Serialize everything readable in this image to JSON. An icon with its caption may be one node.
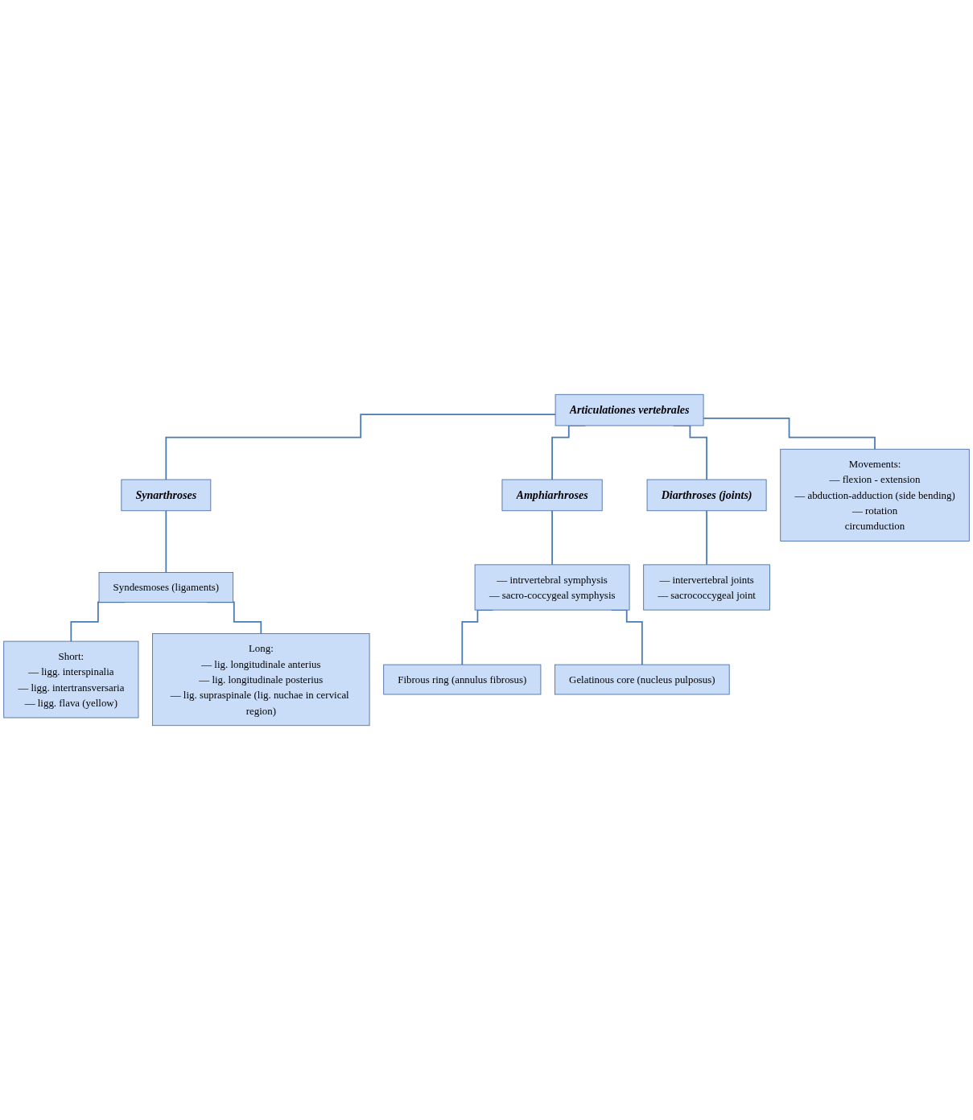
{
  "diagram": {
    "nodes": [
      {
        "text": [
          "Articulationes vertebrales"
        ]
      },
      {
        "text": [
          "Synarthroses"
        ]
      },
      {
        "text": [
          "Amphiarhroses"
        ]
      },
      {
        "text": [
          "Diarthroses (joints)"
        ]
      },
      {
        "text": [
          "Movements:",
          "— flexion - extension",
          "— abduction-adduction (side bending)",
          "— rotation",
          "circumduction"
        ]
      },
      {
        "text": [
          "Syndesmoses (ligaments)"
        ]
      },
      {
        "text": [
          "— intrvertebral symphysis",
          "— sacro-coccygeal symphysis"
        ]
      },
      {
        "text": [
          "— intervertebral joints",
          "— sacrococcygeal joint"
        ]
      },
      {
        "text": [
          "Fibrous ring (annulus fibrosus)"
        ]
      },
      {
        "text": [
          "Gelatinous core (nucleus pulposus)"
        ]
      },
      {
        "text": [
          "Short:",
          "— ligg. interspinalia",
          "— ligg. intertransversaria",
          "— ligg. flava (yellow)"
        ]
      },
      {
        "text": [
          "Long:",
          "— lig. longitudinale anterius",
          "— lig. longitudinale posterius",
          "— lig. supraspinale (lig. nuchae in cervical region)"
        ]
      }
    ],
    "edges": [
      {
        "from": 0,
        "to": 1,
        "arrow": "none"
      },
      {
        "from": 0,
        "to": 2,
        "arrow": "none"
      },
      {
        "from": 0,
        "to": 3,
        "arrow": "none"
      },
      {
        "from": 0,
        "to": 4,
        "arrow": "none"
      },
      {
        "from": 1,
        "to": 5,
        "arrow": "none"
      },
      {
        "from": 2,
        "to": 6,
        "arrow": "none"
      },
      {
        "from": 3,
        "to": 7,
        "arrow": "none"
      },
      {
        "from": 6,
        "to": 8,
        "arrow": "none"
      },
      {
        "from": 6,
        "to": 9,
        "arrow": "none"
      },
      {
        "from": 5,
        "to": 10,
        "arrow": "none"
      },
      {
        "from": 5,
        "to": 11,
        "arrow": "none"
      }
    ]
  }
}
